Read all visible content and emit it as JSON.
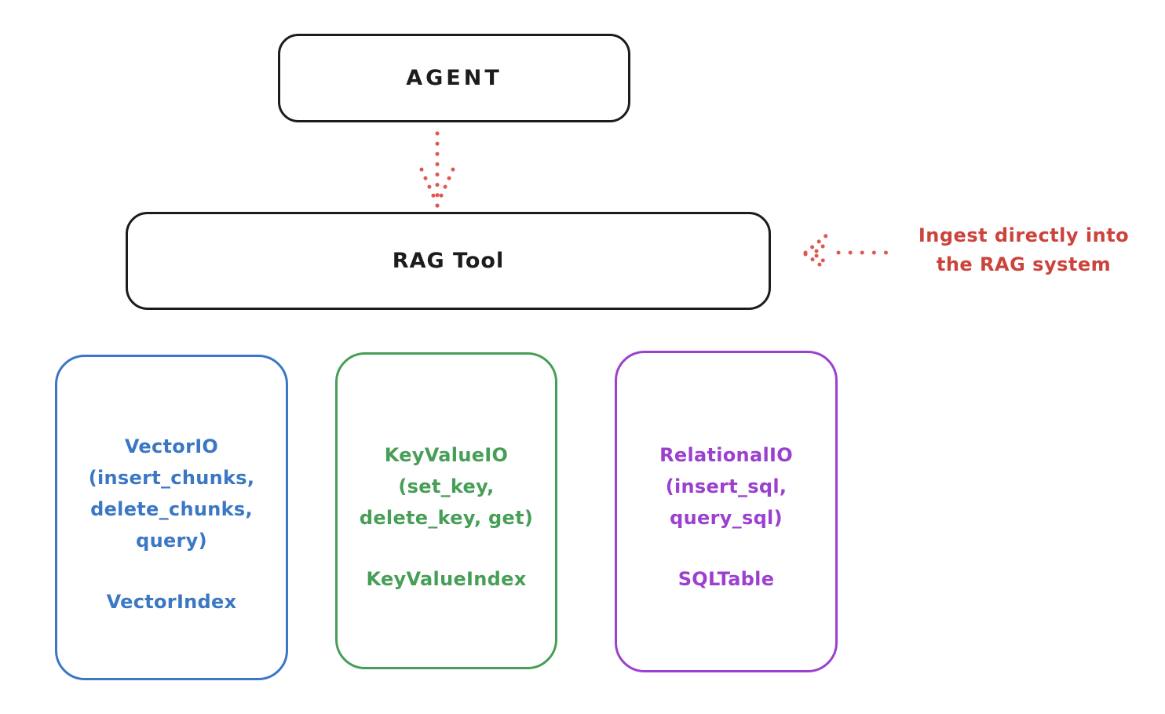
{
  "colors": {
    "background": "#ffffff",
    "ink": "#1c1c1c",
    "annotation_red": "#cc433c",
    "arrow_red": "#dd5a50",
    "vector_blue": "#3b77c3",
    "keyvalue_green": "#479e57",
    "relational_purple": "#9b40cf"
  },
  "agent_box": {
    "label": "AGENT"
  },
  "rag_box": {
    "label": "RAG Tool"
  },
  "annotation": {
    "line1": "Ingest directly into",
    "line2": "the RAG system"
  },
  "arrows": [
    {
      "name": "agent-to-rag",
      "style": "dotted",
      "color": "#dd5a50",
      "direction": "down"
    },
    {
      "name": "annotation-to-rag",
      "style": "dotted",
      "color": "#dd5a50",
      "direction": "left"
    }
  ],
  "backends": [
    {
      "lines": [
        "VectorIO",
        "(insert_chunks,",
        "delete_chunks,",
        "query)"
      ],
      "index_class": "VectorIndex",
      "color": "#3b77c3"
    },
    {
      "lines": [
        "KeyValueIO",
        "(set_key,",
        "delete_key, get)"
      ],
      "index_class": "KeyValueIndex",
      "color": "#479e57"
    },
    {
      "lines": [
        "RelationalIO",
        "(insert_sql,",
        "query_sql)"
      ],
      "index_class": "SQLTable",
      "color": "#9b40cf"
    }
  ]
}
